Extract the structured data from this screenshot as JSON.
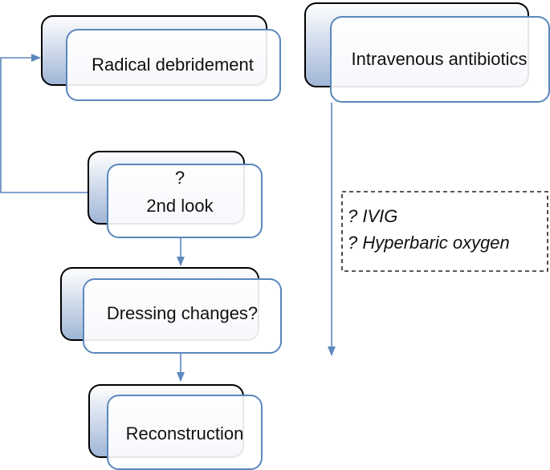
{
  "nodes": {
    "radical_debridement": "Radical debridement",
    "intravenous_antibiotics": "Intravenous antibiotics",
    "second_look_q": "?",
    "second_look": "2nd look",
    "dressing_changes": "Dressing changes?",
    "reconstruction": "Reconstruction"
  },
  "adjuncts": {
    "ivig": "? IVIG",
    "hyperbaric_oxygen": "? Hyperbaric oxygen"
  },
  "colors": {
    "box_border": "#5b87bd",
    "shadow_border": "#000000",
    "shadow_light": "#ffffff",
    "shadow_dark": "#9fb5d6",
    "arrow": "#5b87bd",
    "text": "#111111"
  }
}
